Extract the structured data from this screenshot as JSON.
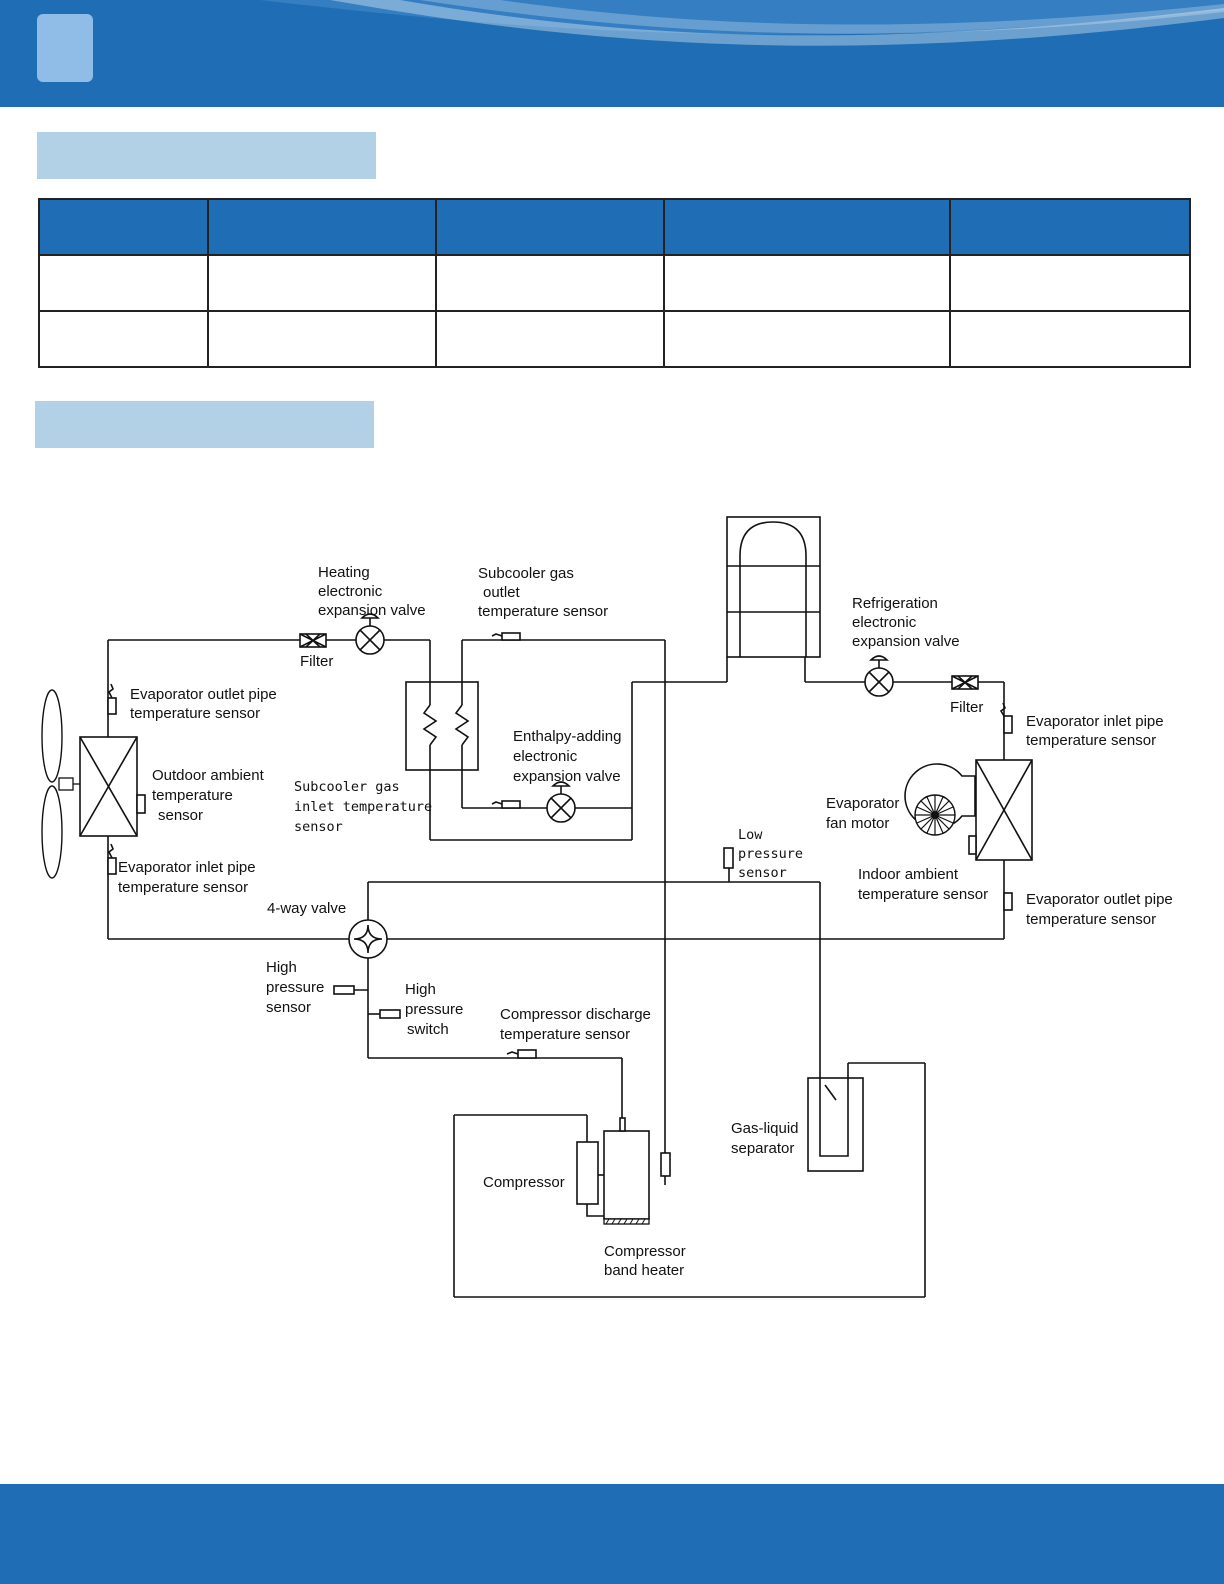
{
  "colors": {
    "header_blue": "#1e6db5",
    "section_bar": "#b2d1e6",
    "badge": "#8fbde8",
    "table_header": "#1e6db5"
  },
  "table": {
    "headers": [
      "",
      "",
      "",
      "",
      ""
    ],
    "rows": [
      [
        "",
        "",
        "",
        "",
        ""
      ],
      [
        "",
        "",
        "",
        "",
        ""
      ]
    ]
  },
  "diagram": {
    "labels": {
      "heating_eev_1": "Heating",
      "heating_eev_2": "electronic",
      "heating_eev_3": "expansion valve",
      "filter_left": "Filter",
      "filter_right": "Filter",
      "subcooler_out_1": "Subcooler gas",
      "subcooler_out_2": "outlet",
      "subcooler_out_3": "temperature sensor",
      "refrig_eev_1": "Refrigeration",
      "refrig_eev_2": "electronic",
      "refrig_eev_3": "expansion valve",
      "evap_out_left_1": "Evaporator outlet pipe",
      "evap_out_left_2": "temperature sensor",
      "outdoor_amb_1": "Outdoor ambient",
      "outdoor_amb_2": "temperature",
      "outdoor_amb_3": "sensor",
      "evap_in_left_1": "Evaporator inlet pipe",
      "evap_in_left_2": "temperature sensor",
      "subcooler_in_1": "Subcooler gas",
      "subcooler_in_2": "inlet temperature",
      "subcooler_in_3": "sensor",
      "enthalpy_1": "Enthalpy-adding",
      "enthalpy_2": "electronic",
      "enthalpy_3": "expansion valve",
      "evap_in_right_1": "Evaporator inlet pipe",
      "evap_in_right_2": "temperature sensor",
      "evap_fan_1": "Evaporator",
      "evap_fan_2": "fan motor",
      "low_p_1": "Low",
      "low_p_2": "pressure",
      "low_p_3": "sensor",
      "indoor_amb_1": "Indoor ambient",
      "indoor_amb_2": "temperature sensor",
      "evap_out_right_1": "Evaporator outlet pipe",
      "evap_out_right_2": "temperature sensor",
      "four_way": "4-way valve",
      "high_p_sensor_1": "High",
      "high_p_sensor_2": "pressure",
      "high_p_sensor_3": "sensor",
      "high_p_switch_1": "High",
      "high_p_switch_2": "pressure",
      "high_p_switch_3": "switch",
      "discharge_1": "Compressor discharge",
      "discharge_2": "temperature sensor",
      "compressor": "Compressor",
      "band_heater_1": "Compressor",
      "band_heater_2": "band heater",
      "separator_1": "Gas-liquid",
      "separator_2": "separator"
    }
  }
}
